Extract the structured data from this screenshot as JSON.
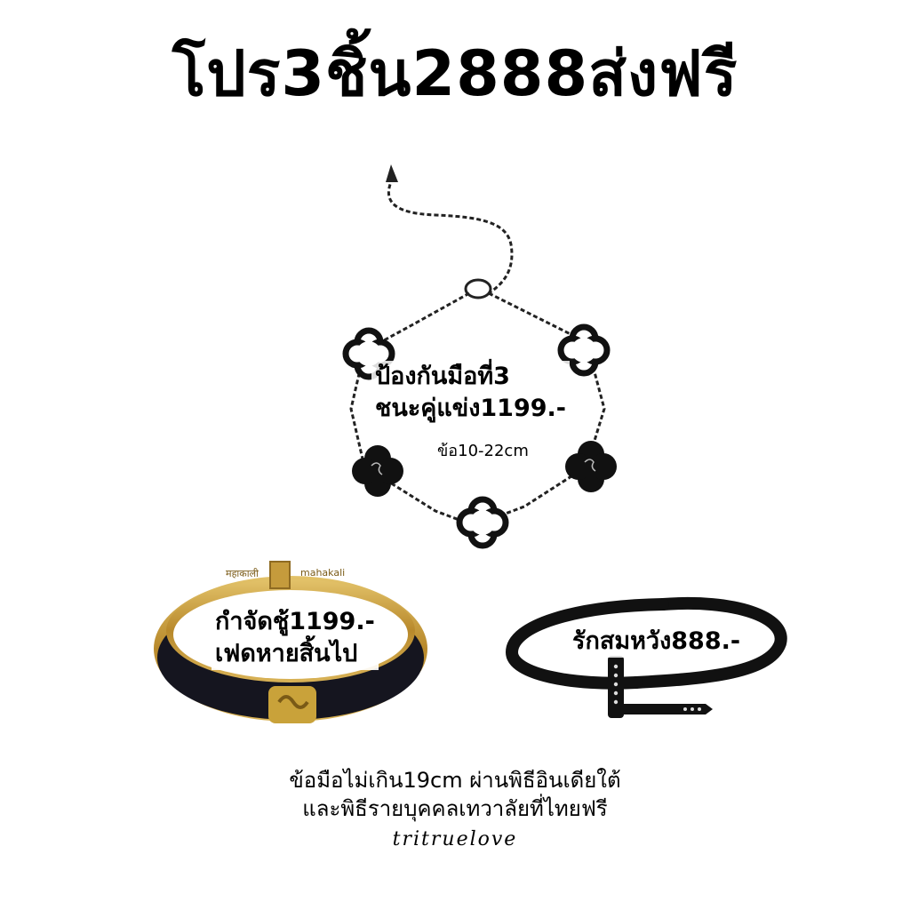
{
  "headline": "โปร3ชิ้น2888ส่งฟรี",
  "products": {
    "clover_bracelet": {
      "caption_line1": "ป้องกันมือที่3",
      "caption_line2": "ชนะคู่แข่ง1199.-",
      "size_note": "ข้อ10-22cm"
    },
    "gold_bangle": {
      "caption_line1": "กำจัดชู้1199.-",
      "caption_line2": "เฟดหายสิ้นไป",
      "engraving_left": "महाकाली",
      "engraving_right": "mahakali"
    },
    "nail_bangle": {
      "caption": "รักสมหวัง888.-"
    }
  },
  "footer": {
    "line1": "ข้อมือไม่เกิน19cm ผ่านพิธีอินเดียใต้",
    "line2": "และพิธีรายบุคคลเทวาลัยที่ไทยฟรี",
    "signature": "tritruelove"
  },
  "colors": {
    "background": "#ffffff",
    "text": "#000000",
    "gold": "#c9a23a",
    "black_metal": "#111111"
  }
}
